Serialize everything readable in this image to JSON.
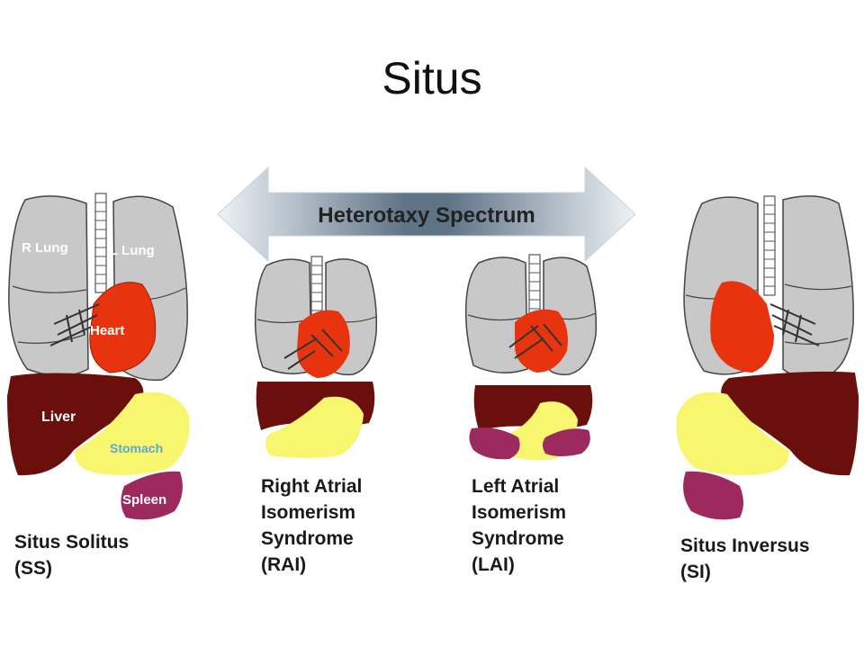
{
  "title": "Situs",
  "arrow_label": "Heterotaxy Spectrum",
  "labels": {
    "r_lung": "R Lung",
    "l_lung": "L Lung",
    "heart": "Heart",
    "liver": "Liver",
    "stomach": "Stomach",
    "spleen": "Spleen"
  },
  "panels": [
    {
      "line1": "Situs Solitus",
      "line2": "(SS)"
    },
    {
      "line1": "Right Atrial",
      "line2": "Isomerism",
      "line3": "Syndrome",
      "line4": "(RAI)"
    },
    {
      "line1": "Left Atrial",
      "line2": "Isomerism",
      "line3": "Syndrome",
      "line4": "(LAI)"
    },
    {
      "line1": "Situs Inversus",
      "line2": "(SI)"
    }
  ],
  "colors": {
    "lung": "#c8c8c8",
    "heart": "#e8330f",
    "liver": "#6b0f0c",
    "stomach": "#f8f56e",
    "spleen": "#9c2a5e",
    "arrow_dark": "#5f7386",
    "arrow_light": "#e8eef2"
  }
}
